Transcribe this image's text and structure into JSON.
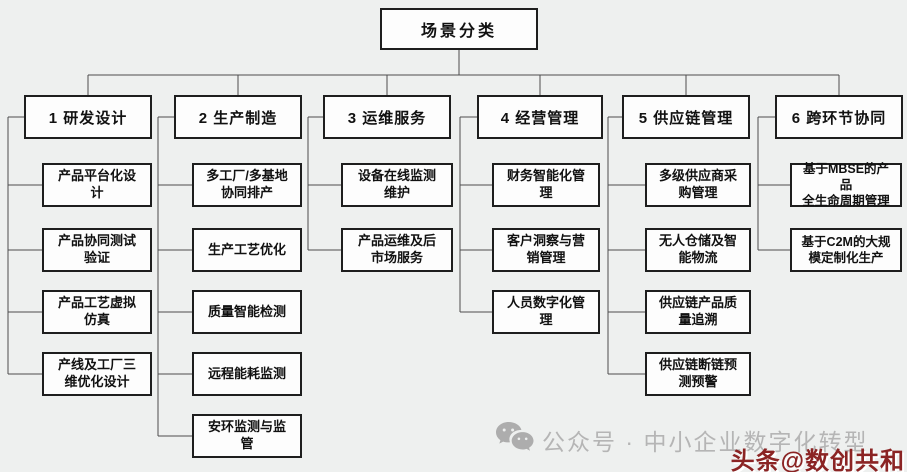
{
  "root": {
    "label": "场景分类"
  },
  "columns": [
    {
      "label": "1 研发设计",
      "children": [
        "产品平台化设\n计",
        "产品协同测试\n验证",
        "产品工艺虚拟\n仿真",
        "产线及工厂三\n维优化设计"
      ]
    },
    {
      "label": "2 生产制造",
      "children": [
        "多工厂/多基地\n协同排产",
        "生产工艺优化",
        "质量智能检测",
        "远程能耗监测",
        "安环监测与监\n管"
      ]
    },
    {
      "label": "3 运维服务",
      "children": [
        "设备在线监测\n维护",
        "产品运维及后\n市场服务"
      ]
    },
    {
      "label": "4 经营管理",
      "children": [
        "财务智能化管\n理",
        "客户洞察与营\n销管理",
        "人员数字化管\n理"
      ]
    },
    {
      "label": "5 供应链管理",
      "children": [
        "多级供应商采\n购管理",
        "无人仓储及智\n能物流",
        "供应链产品质\n量追溯",
        "供应链断链预\n测预警"
      ]
    },
    {
      "label": "6 跨环节协同",
      "children": [
        "基于MBSE的产品\n全生命周期管理",
        "基于C2M的大规\n模定制化生产"
      ]
    }
  ],
  "watermark": {
    "wechat_icon": "wechat-icon",
    "wechat_text": "公众号 · 中小企业数字化转型",
    "toutiao_text": "头条@数创共和"
  },
  "colors": {
    "background": "#eef0ef",
    "box_fill": "#fdfdfd",
    "box_border": "#1e1e1e",
    "line": "#4d4d4d",
    "watermark_gray": "#b5b5b5",
    "watermark_red": "#8b2424"
  }
}
